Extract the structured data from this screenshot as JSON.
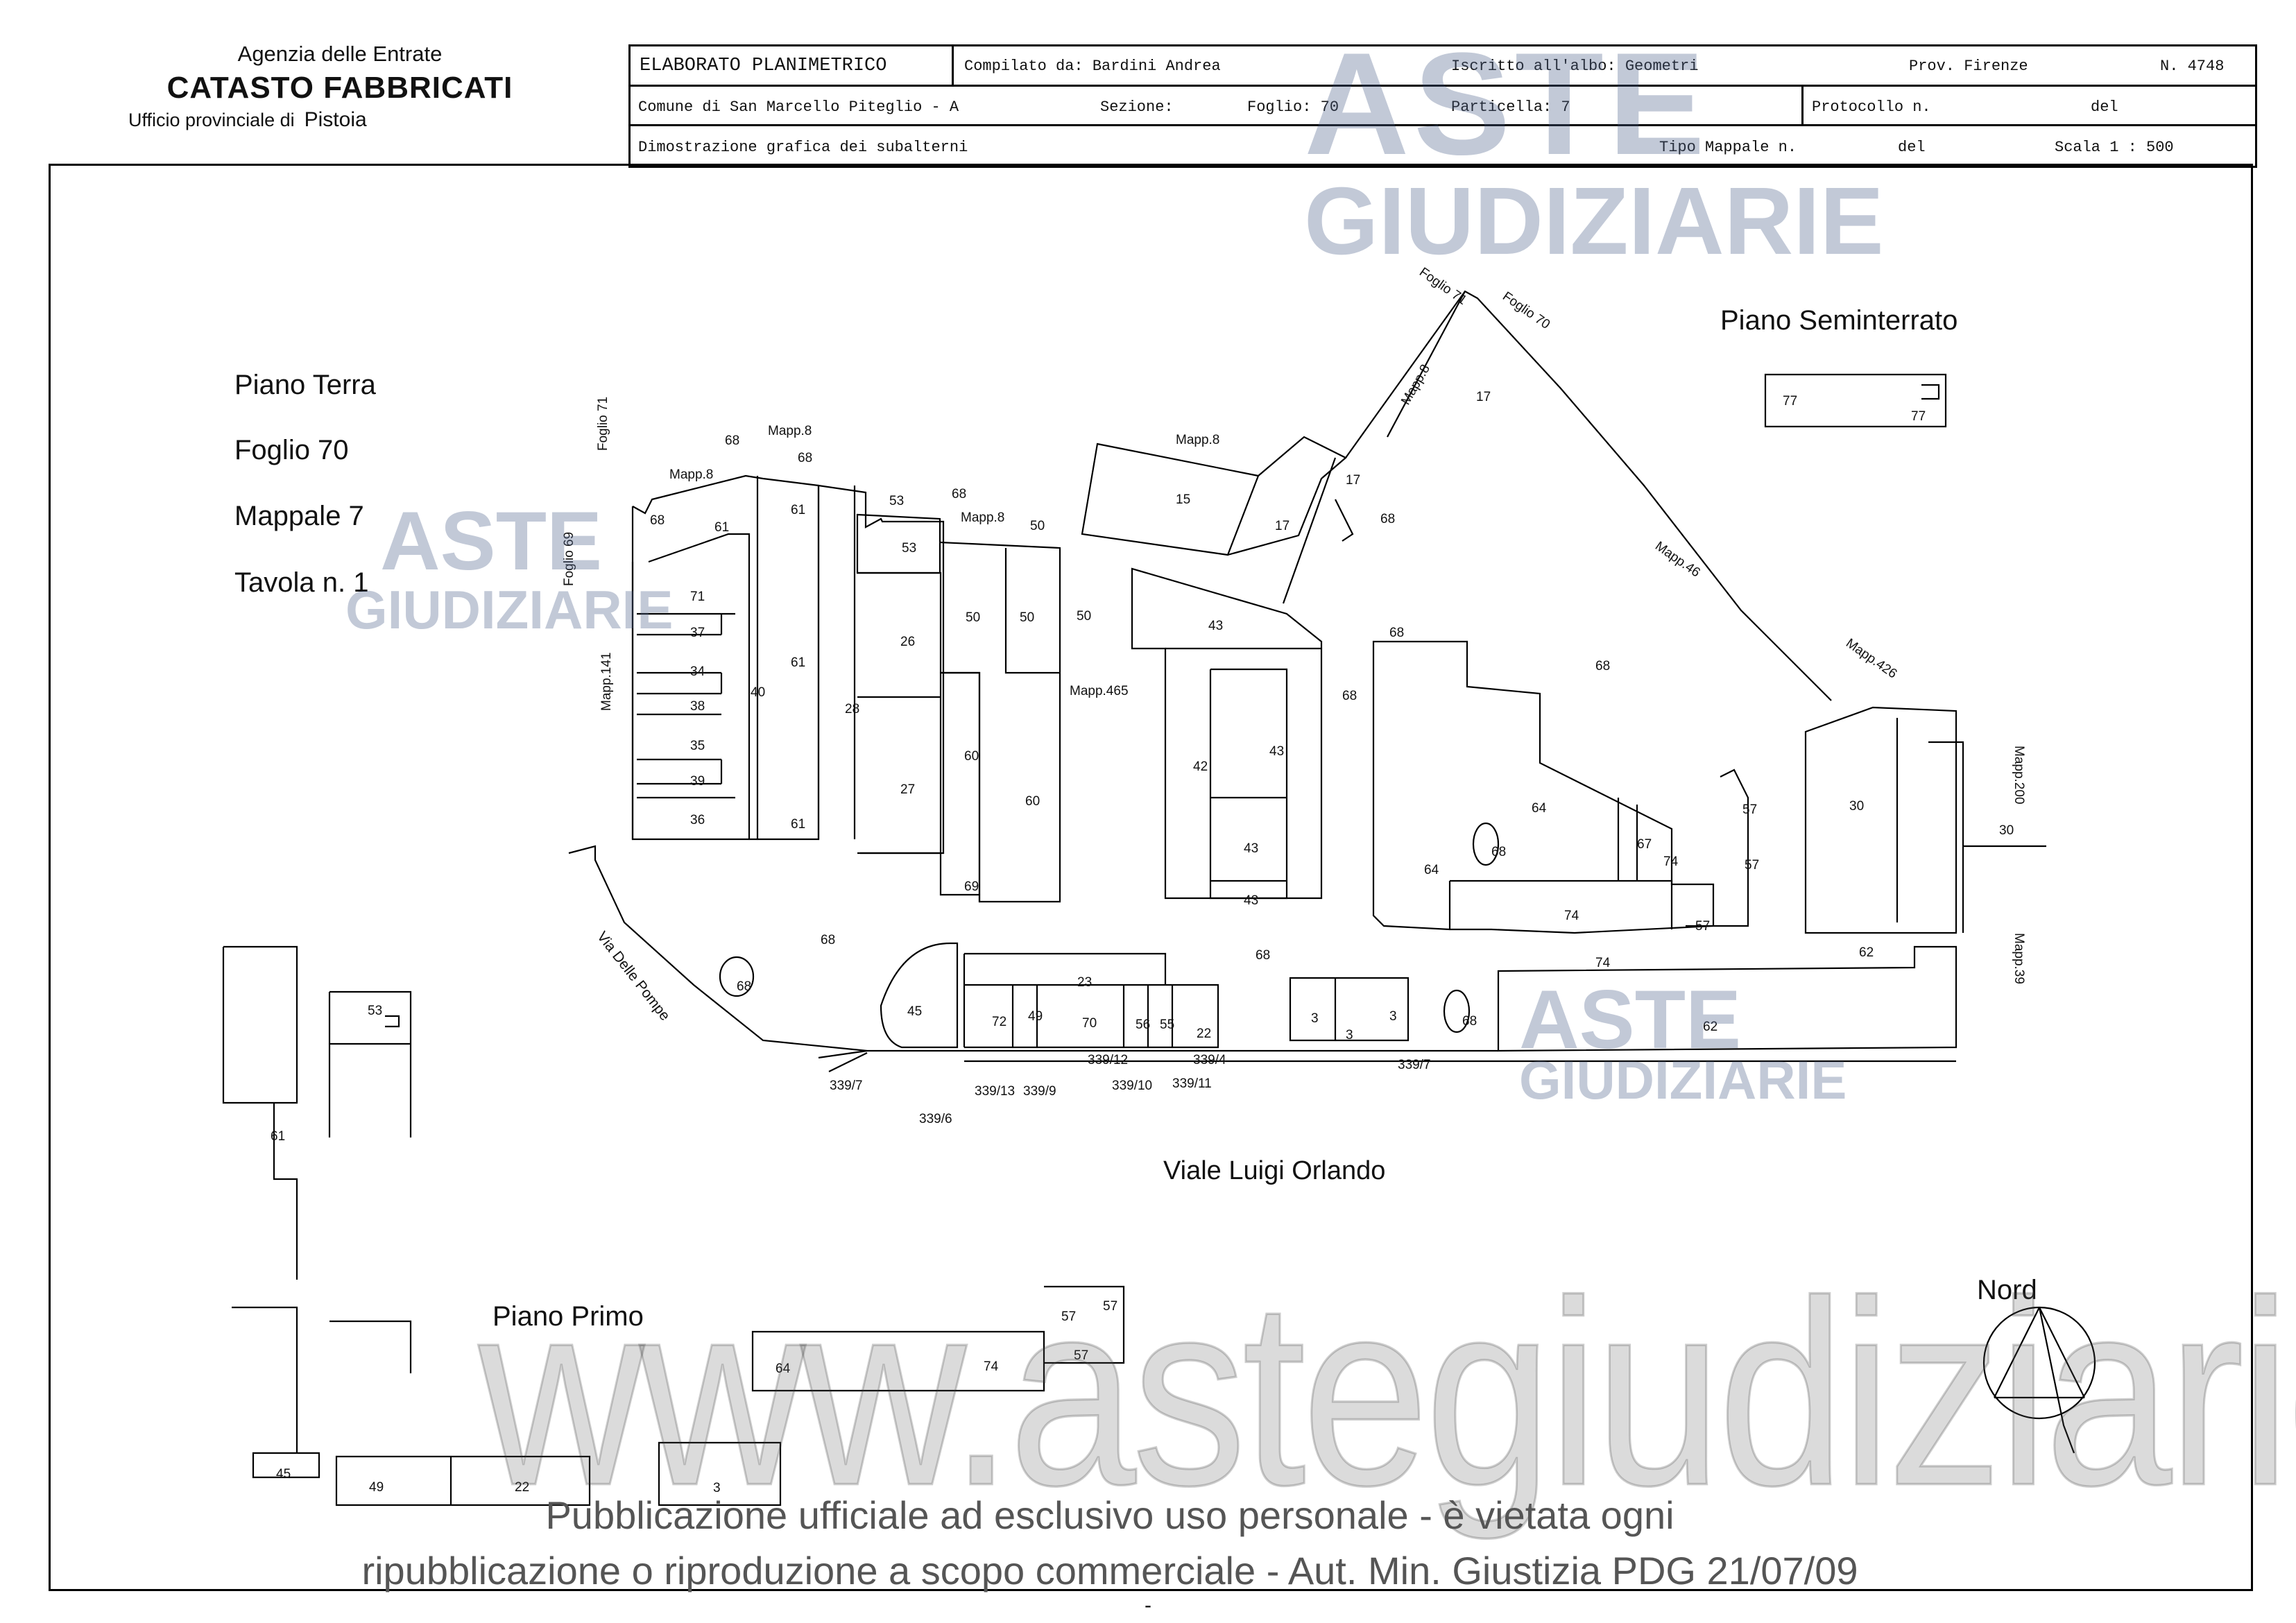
{
  "header": {
    "agency": "Agenzia delle Entrate",
    "catasto": "CATASTO FABBRICATI",
    "office_label": "Ufficio provinciale di",
    "office_city": "Pistoia"
  },
  "title_block": {
    "row1": {
      "doc_type": "ELABORATO PLANIMETRICO",
      "compiled_by": "Compilato da: Bardini Andrea",
      "registered": "Iscritto all'albo: Geometri",
      "prov": "Prov. Firenze",
      "number": "N. 4748"
    },
    "row2": {
      "comune": "Comune di San Marcello Piteglio - A",
      "sezione": "Sezione:",
      "foglio": "Foglio: 70",
      "particella": "Particella: 7",
      "protocollo": "Protocollo n.",
      "del": "del"
    },
    "row3": {
      "description": "Dimostrazione grafica dei subalterni",
      "tipo_mappale": "Tipo Mappale n.",
      "del": "del",
      "scala": "Scala 1 : 500"
    }
  },
  "plan_labels": {
    "piano_terra": "Piano Terra",
    "foglio": "Foglio 70",
    "mappale": "Mappale 7",
    "tavola": "Tavola n. 1",
    "piano_seminterrato": "Piano Seminterrato",
    "piano_primo": "Piano Primo",
    "street_main": "Viale Luigi Orlando",
    "street_side": "Via Delle Pompe",
    "nord": "Nord"
  },
  "neighbours": {
    "foglio71_a": "Foglio 71",
    "foglio71_b": "Foglio 71",
    "foglio70": "Foglio 70",
    "foglio69": "Foglio 69",
    "mapp141": "Mapp.141",
    "mapp8_a": "Mapp.8",
    "mapp8_b": "Mapp.8",
    "mapp8_c": "Mapp.8",
    "mapp8_d": "Mapp.8",
    "mapp8_e": "Mapp.8",
    "mapp46": "Mapp.46",
    "mapp426": "Mapp.426",
    "mapp200": "Mapp.200",
    "mapp39": "Mapp.39",
    "mapp465": "Mapp.465"
  },
  "watermarks": {
    "aste": "ASTE",
    "giudiziarie": "GIUDIZIARIE",
    "url": "www.astegiudiziarie.it"
  },
  "disclaimer": {
    "line1": "Pubblicazione ufficiale ad esclusivo uso personale - è vietata ogni",
    "line2": "ripubblicazione o riproduzione a scopo commerciale - Aut. Min. Giustizia PDG 21/07/09"
  },
  "footer_mark": "-"
}
